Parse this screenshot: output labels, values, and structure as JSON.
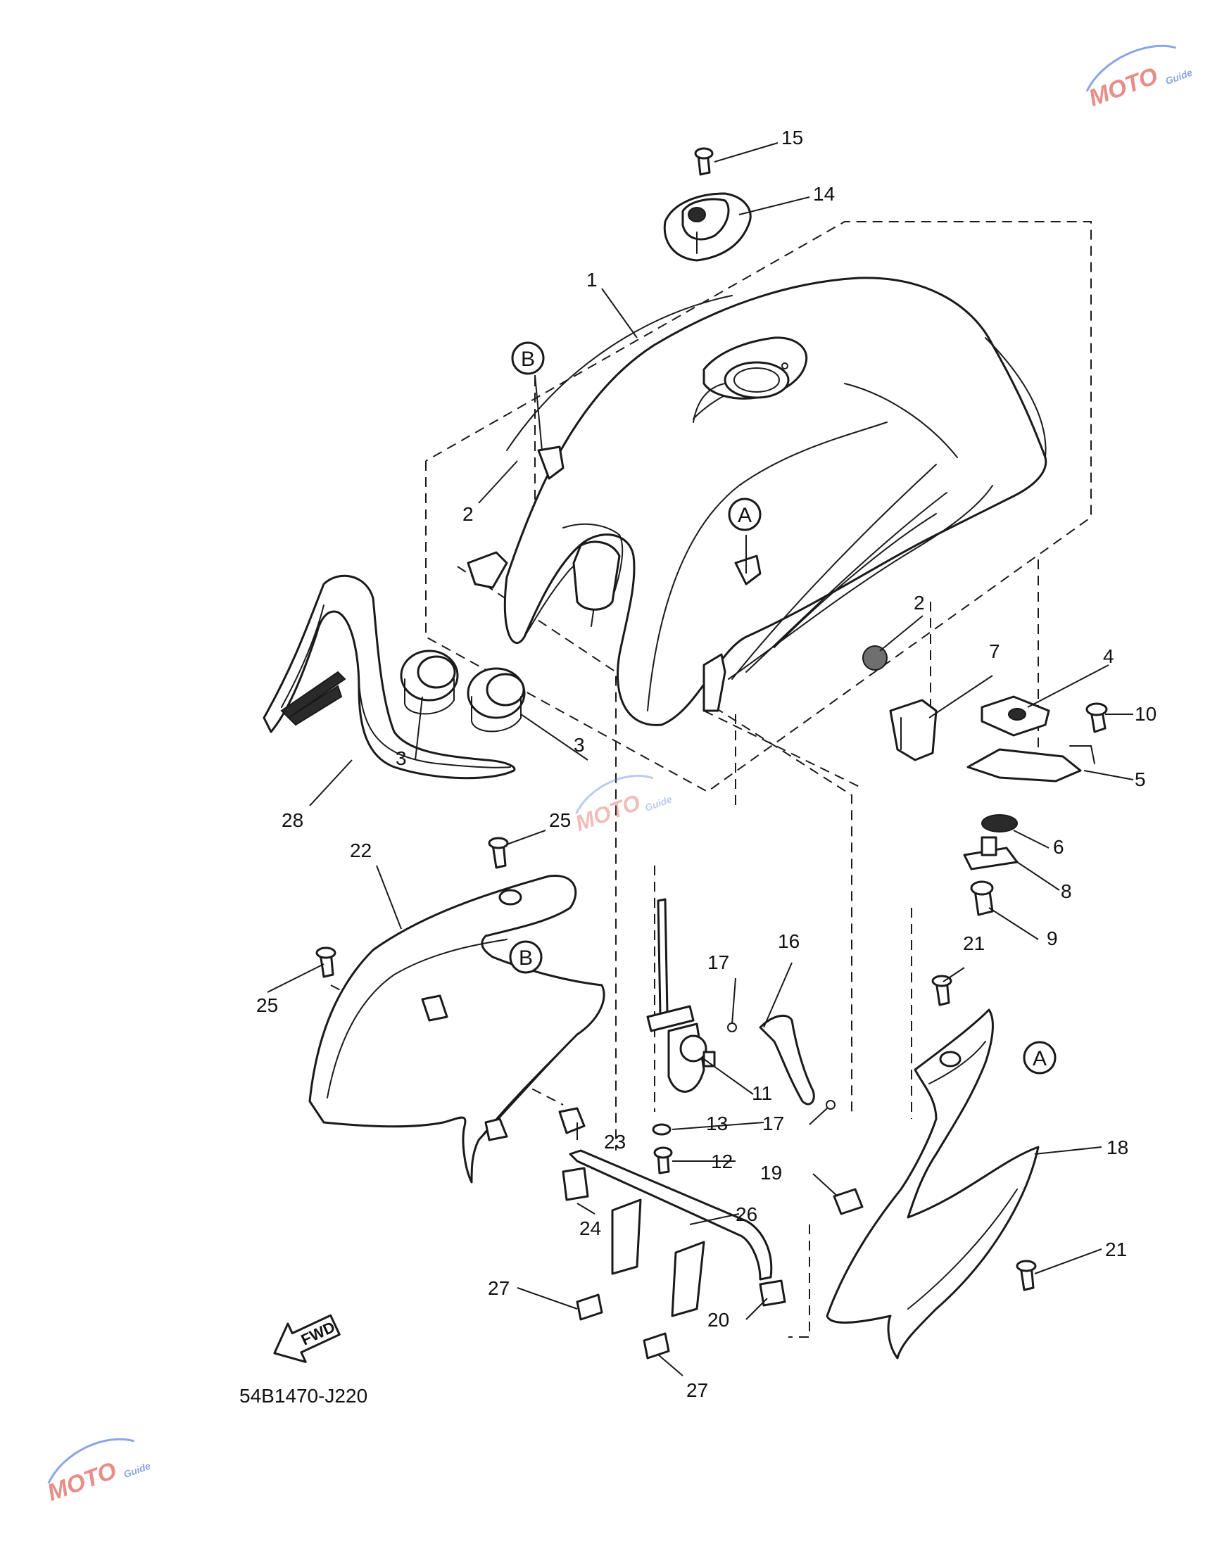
{
  "diagram_code": "54B1470-J220",
  "forward_arrow": {
    "label": "FWD"
  },
  "reference_marks": {
    "a": "A",
    "b": "B"
  },
  "callouts": {
    "c1": "1",
    "c2a": "2",
    "c2b": "2",
    "c3a": "3",
    "c3b": "3",
    "c4": "4",
    "c5": "5",
    "c6": "6",
    "c7": "7",
    "c8": "8",
    "c9": "9",
    "c10": "10",
    "c11": "11",
    "c12": "12",
    "c13": "13",
    "c14": "14",
    "c15": "15",
    "c16": "16",
    "c17a": "17",
    "c17b": "17",
    "c18": "18",
    "c19": "19",
    "c20": "20",
    "c21a": "21",
    "c21b": "21",
    "c22": "22",
    "c23": "23",
    "c24": "24",
    "c25a": "25",
    "c25b": "25",
    "c26": "26",
    "c27a": "27",
    "c27b": "27",
    "c28": "28"
  },
  "watermark": {
    "logo_text": "MOTO",
    "sub_text": "Guide"
  },
  "colors": {
    "line": "#1a1a1a",
    "watermark_red": "#d9423a",
    "watermark_blue": "#3e6bd6"
  }
}
